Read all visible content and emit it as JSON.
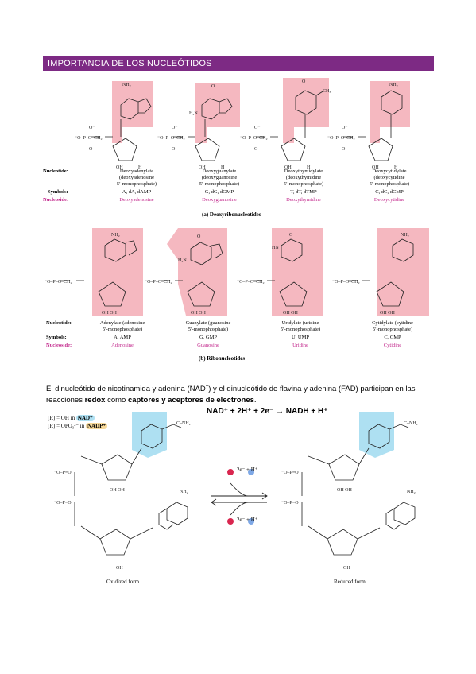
{
  "header": {
    "title": "IMPORTANCIA DE LOS NUCLEÓTIDOS"
  },
  "fig_a": {
    "row_labels": {
      "nucleotide": "Nucleotide:",
      "symbols": "Symbols:",
      "nucleoside": "Nucleoside:"
    },
    "columns": [
      {
        "base": "NH₂",
        "nucleotide": "Deoxyadenylate\n(deoxyadenosine\n5′-monophosphate)",
        "symbols": "A, dA, dAMP",
        "nucleoside": "Deoxyadenosine"
      },
      {
        "base": "O",
        "nucleotide": "Deoxyguanylate\n(deoxyguanosine\n5′-monophosphate)",
        "symbols": "G, dG, dGMP",
        "nucleoside": "Deoxyguanosine"
      },
      {
        "base": "O",
        "nucleotide": "Deoxythymidylate\n(deoxythymidine\n5′-monophosphate)",
        "symbols": "T, dT, dTMP",
        "nucleoside": "Deoxythymidine"
      },
      {
        "base": "NH₂",
        "nucleotide": "Deoxycytidylate\n(deoxycytidine\n5′-monophosphate)",
        "symbols": "C, dC, dCMP",
        "nucleoside": "Deoxycytidine"
      }
    ],
    "caption": "(a) Deoxyribonucleotides"
  },
  "fig_b": {
    "row_labels": {
      "nucleotide": "Nucleotide:",
      "symbols": "Symbols:",
      "nucleoside": "Nucleoside:"
    },
    "columns": [
      {
        "nucleotide": "Adenylate (adenosine\n5′-monophosphate)",
        "symbols": "A, AMP",
        "nucleoside": "Adenosine"
      },
      {
        "nucleotide": "Guanylate (guanosine\n5′-monophosphate)",
        "symbols": "G, GMP",
        "nucleoside": "Guanosine"
      },
      {
        "nucleotide": "Uridylate (uridine\n5′-monophosphate)",
        "symbols": "U, UMP",
        "nucleoside": "Uridine"
      },
      {
        "nucleotide": "Cytidylate (cytidine\n5′-monophosphate)",
        "symbols": "C, CMP",
        "nucleoside": "Cytidine"
      }
    ],
    "caption": "(b) Ribonucleotides"
  },
  "paragraph": {
    "part1": "El dinucleótido de nicotinamida y adenina (NAD",
    "sup1": "+",
    "part2": ") y el dinucleótido de flavina y adenina (FAD) participan en las reacciones ",
    "bold1": "redox",
    "part3": " como ",
    "bold2": "captores y aceptores de electrones",
    "part4": "."
  },
  "fig_c": {
    "equation": "NAD⁺ + 2H⁺ + 2e⁻ → NADH + H⁺",
    "legend_line1_prefix": "[R] = OH in",
    "legend_line1_badge": "NAD⁺",
    "legend_line2_prefix": "[R] = OPO₃²⁻ in",
    "legend_line2_badge": "NADP⁺",
    "oxidized_label": "Oxidized form",
    "reduced_label": "Reduced form",
    "top_arrow_label": "2e⁻ + H⁺",
    "bottom_arrow_label": "2e⁻ + H⁺"
  },
  "colors": {
    "purple": "#7d2a84",
    "pink": "#f5b8c0",
    "blue": "#aee0f2",
    "magenta": "#c2268b"
  }
}
